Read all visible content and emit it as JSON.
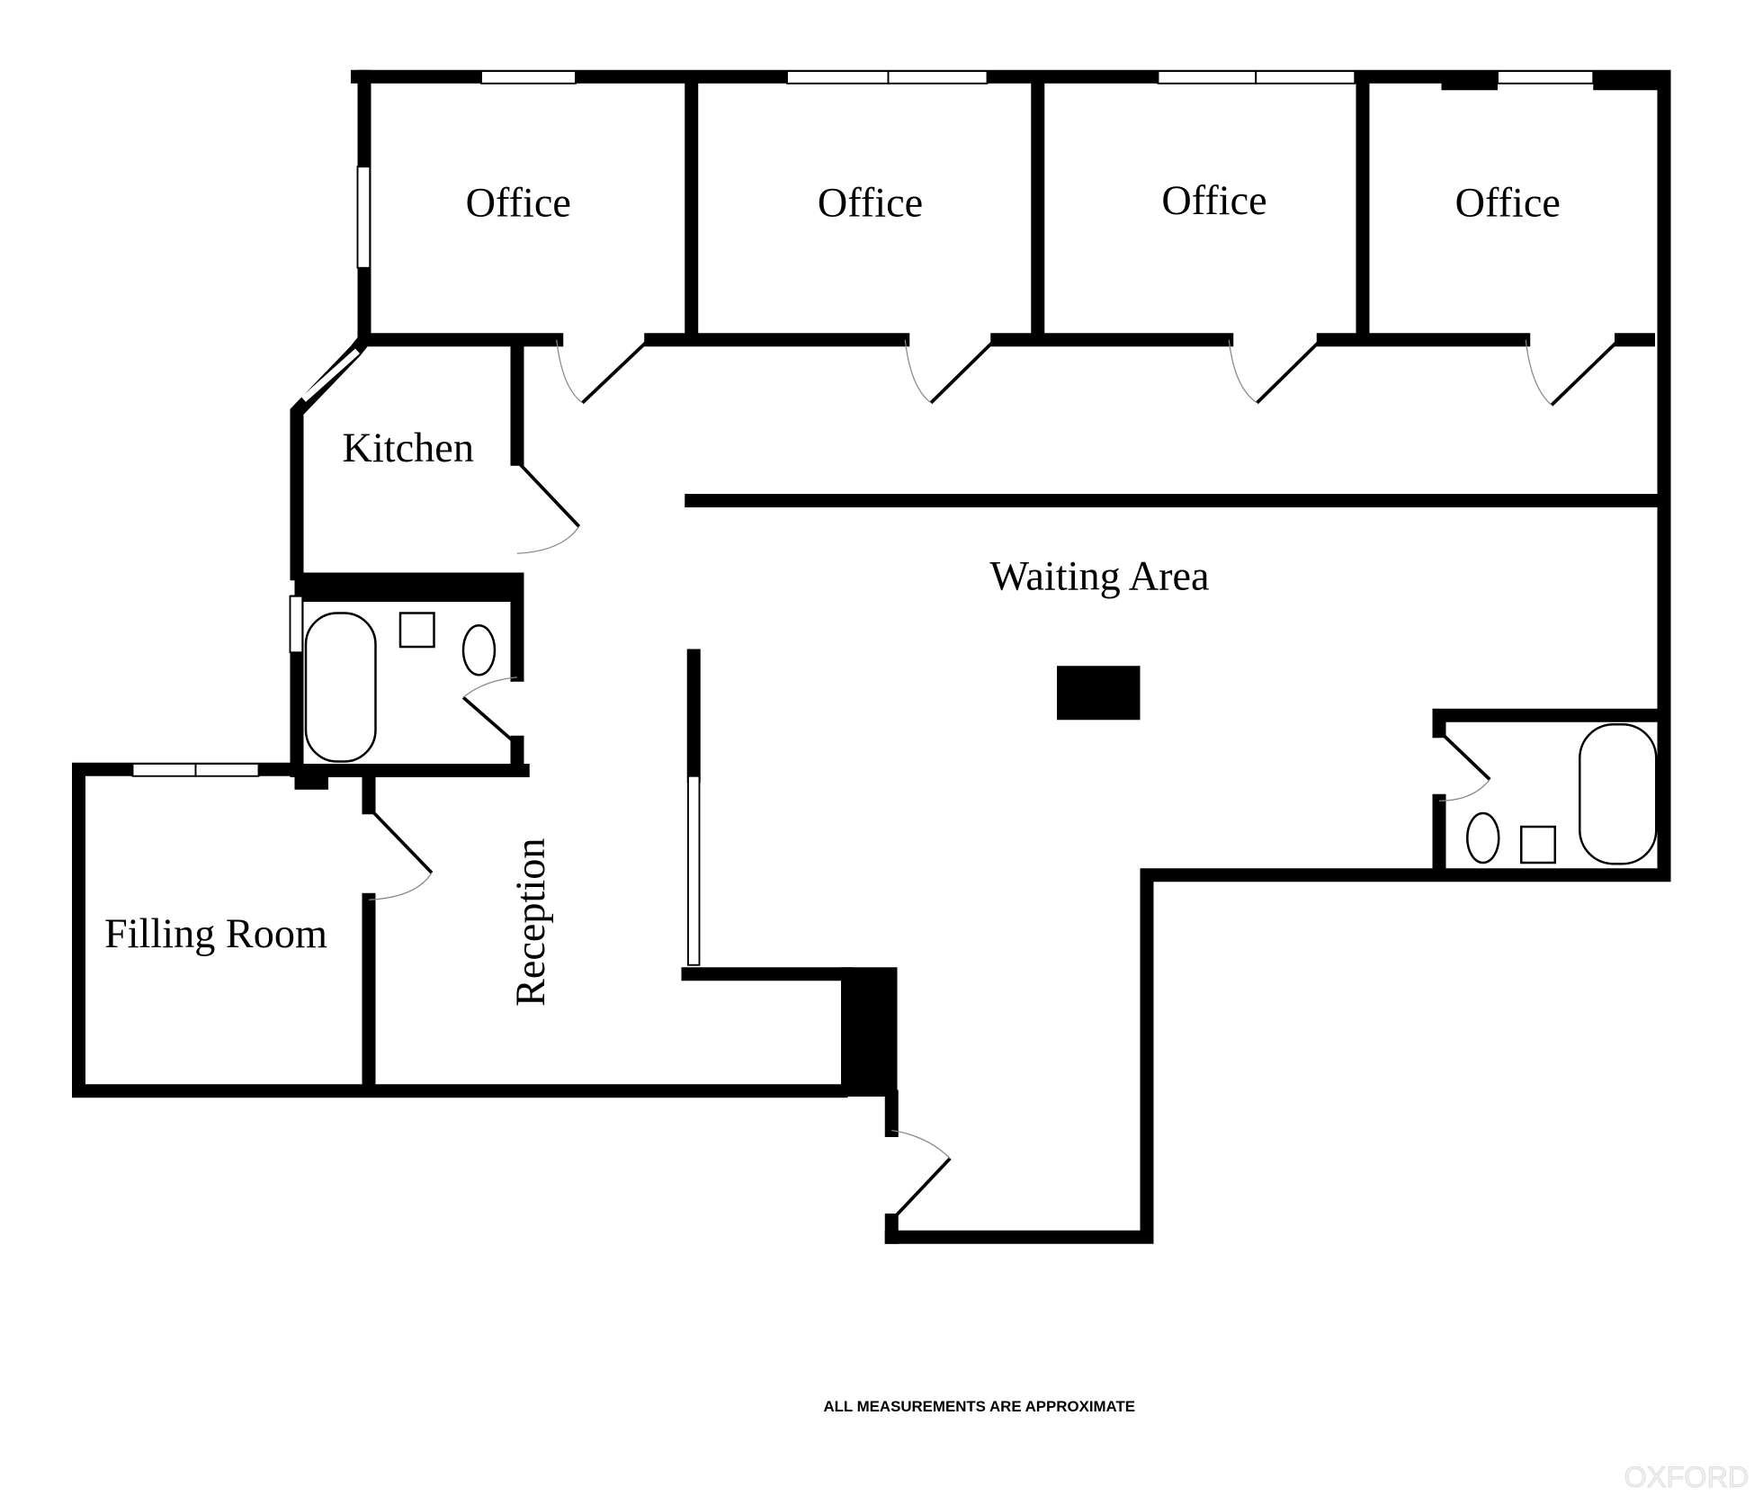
{
  "rooms": {
    "office_1": "Office",
    "office_2": "Office",
    "office_3": "Office",
    "office_4": "Office",
    "kitchen": "Kitchen",
    "waiting_area": "Waiting Area",
    "filling_room": "Filling Room",
    "reception": "Reception"
  },
  "footer": "ALL MEASUREMENTS ARE APPROXIMATE",
  "watermark": "OXFORD"
}
